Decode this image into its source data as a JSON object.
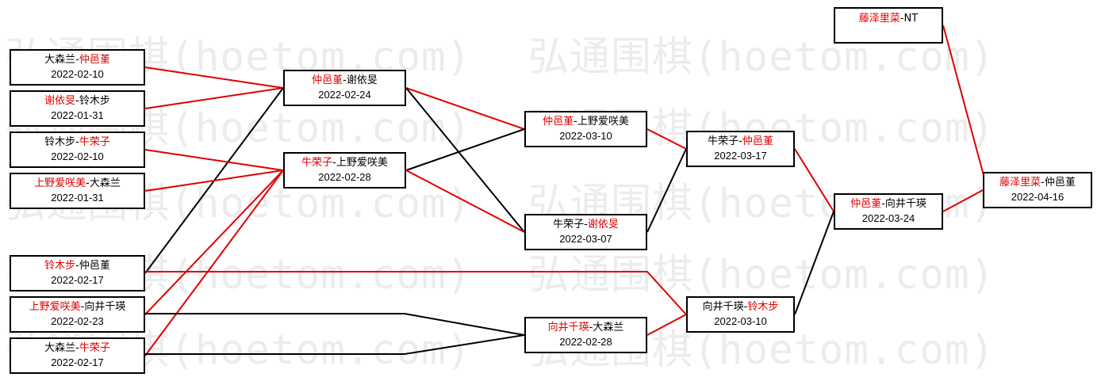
{
  "watermark": "弘通围棋(hoetom.com)",
  "colors": {
    "winner": "#e00000",
    "loser": "#000000",
    "win_line": "#e00000",
    "lose_line": "#000000"
  },
  "matches": [
    {
      "id": "r1a",
      "p1": "大森兰",
      "p2": "仲邑堇",
      "winner": 2,
      "date": "2022-02-10"
    },
    {
      "id": "r1b",
      "p1": "谢依旻",
      "p2": "铃木步",
      "winner": 1,
      "date": "2022-01-31"
    },
    {
      "id": "r1c",
      "p1": "铃木步",
      "p2": "牛荣子",
      "winner": 2,
      "date": "2022-02-10"
    },
    {
      "id": "r1d",
      "p1": "上野爱咲美",
      "p2": "大森兰",
      "winner": 1,
      "date": "2022-01-31"
    },
    {
      "id": "r1e",
      "p1": "铃木步",
      "p2": "仲邑堇",
      "winner": 1,
      "date": "2022-02-17"
    },
    {
      "id": "r1f",
      "p1": "上野爱咲美",
      "p2": "向井千瑛",
      "winner": 1,
      "date": "2022-02-23"
    },
    {
      "id": "r1g",
      "p1": "大森兰",
      "p2": "牛荣子",
      "winner": 2,
      "date": "2022-02-17"
    },
    {
      "id": "r2a",
      "p1": "仲邑堇",
      "p2": "谢依旻",
      "winner": 1,
      "date": "2022-02-24"
    },
    {
      "id": "r2b",
      "p1": "牛荣子",
      "p2": "上野爱咲美",
      "winner": 1,
      "date": "2022-02-28"
    },
    {
      "id": "r3a",
      "p1": "仲邑堇",
      "p2": "上野爱咲美",
      "winner": 1,
      "date": "2022-03-10"
    },
    {
      "id": "r3b",
      "p1": "牛荣子",
      "p2": "谢依旻",
      "winner": 2,
      "date": "2022-03-07"
    },
    {
      "id": "r3c",
      "p1": "向井千瑛",
      "p2": "大森兰",
      "winner": 1,
      "date": "2022-02-28"
    },
    {
      "id": "r4a",
      "p1": "牛荣子",
      "p2": "仲邑堇",
      "winner": 2,
      "date": "2022-03-17"
    },
    {
      "id": "r4b",
      "p1": "向井千瑛",
      "p2": "铃木步",
      "winner": 2,
      "date": "2022-03-10"
    },
    {
      "id": "r5a",
      "p1": "仲邑堇",
      "p2": "向井千瑛",
      "winner": 1,
      "date": "2022-03-24"
    },
    {
      "id": "top",
      "p1": "藤泽里菜",
      "p2": "NT",
      "winner": 1,
      "date": ""
    },
    {
      "id": "final",
      "p1": "藤泽里菜",
      "p2": "仲邑堇",
      "winner": 1,
      "date": "2022-04-16"
    }
  ],
  "links": [
    {
      "from": "r1a",
      "to": "r2a",
      "win": true
    },
    {
      "from": "r1b",
      "to": "r2a",
      "win": true
    },
    {
      "from": "r1e",
      "to": "r2a",
      "win": false
    },
    {
      "from": "r1c",
      "to": "r2b",
      "win": true
    },
    {
      "from": "r1d",
      "to": "r2b",
      "win": true
    },
    {
      "from": "r1f",
      "to": "r2b",
      "win": true
    },
    {
      "from": "r1g",
      "to": "r2b",
      "win": true
    },
    {
      "from": "r2a",
      "to": "r3a",
      "win": true
    },
    {
      "from": "r2a",
      "to": "r3b",
      "win": false
    },
    {
      "from": "r2b",
      "to": "r3a",
      "win": false
    },
    {
      "from": "r2b",
      "to": "r3b",
      "win": true
    },
    {
      "from": "r1f",
      "to": "r3c",
      "win": false
    },
    {
      "from": "r1g",
      "to": "r3c",
      "win": false
    },
    {
      "from": "r3a",
      "to": "r4a",
      "win": true
    },
    {
      "from": "r3b",
      "to": "r4a",
      "win": false
    },
    {
      "from": "r1e",
      "to": "r4b",
      "win": true
    },
    {
      "from": "r3c",
      "to": "r4b",
      "win": true
    },
    {
      "from": "r4a",
      "to": "r5a",
      "win": true
    },
    {
      "from": "r4b",
      "to": "r5a",
      "win": false
    },
    {
      "from": "r5a",
      "to": "final",
      "win": true
    },
    {
      "from": "top",
      "to": "final",
      "win": true
    }
  ]
}
